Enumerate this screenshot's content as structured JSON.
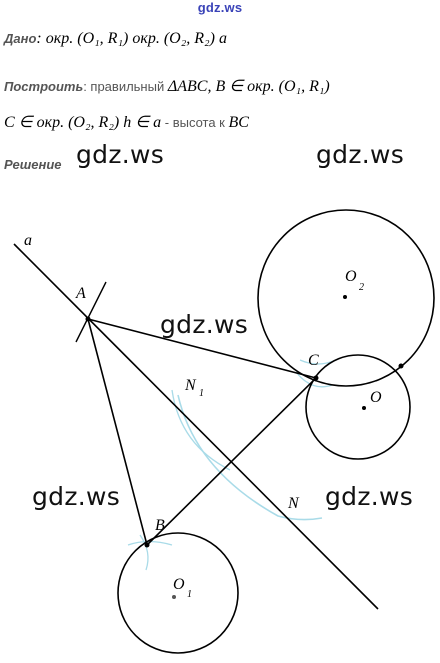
{
  "header": {
    "site_label": "gdz.ws"
  },
  "given": {
    "label": "Дано",
    "text": ": окр. (O₁, R₁)  окр. (O₂, R₂)  a"
  },
  "construct": {
    "label": "Построить",
    "text_gray": ": правильный ",
    "text_math": " ΔABC,  B ∈ окр. (O₁, R₁)"
  },
  "construct2": {
    "text_math": "C ∈ окр. (O₂, R₂)  h ∈ a",
    "text_gray": " - высота к ",
    "text_tail": "BC"
  },
  "solution": {
    "label": "Решение"
  },
  "watermarks": [
    "gdz.ws",
    "gdz.ws",
    "gdz.ws",
    "gdz.ws",
    "gdz.ws"
  ],
  "figure": {
    "line_label": "a",
    "points": {
      "A": "A",
      "B": "B",
      "C": "C",
      "N": "N",
      "N1": "N",
      "N1_sub": "1",
      "O": "O",
      "O1": "O",
      "O1_sub": "1",
      "O2": "O",
      "O2_sub": "2"
    },
    "colors": {
      "stroke": "#000000",
      "construction_arc": "#a9dbe8"
    }
  }
}
